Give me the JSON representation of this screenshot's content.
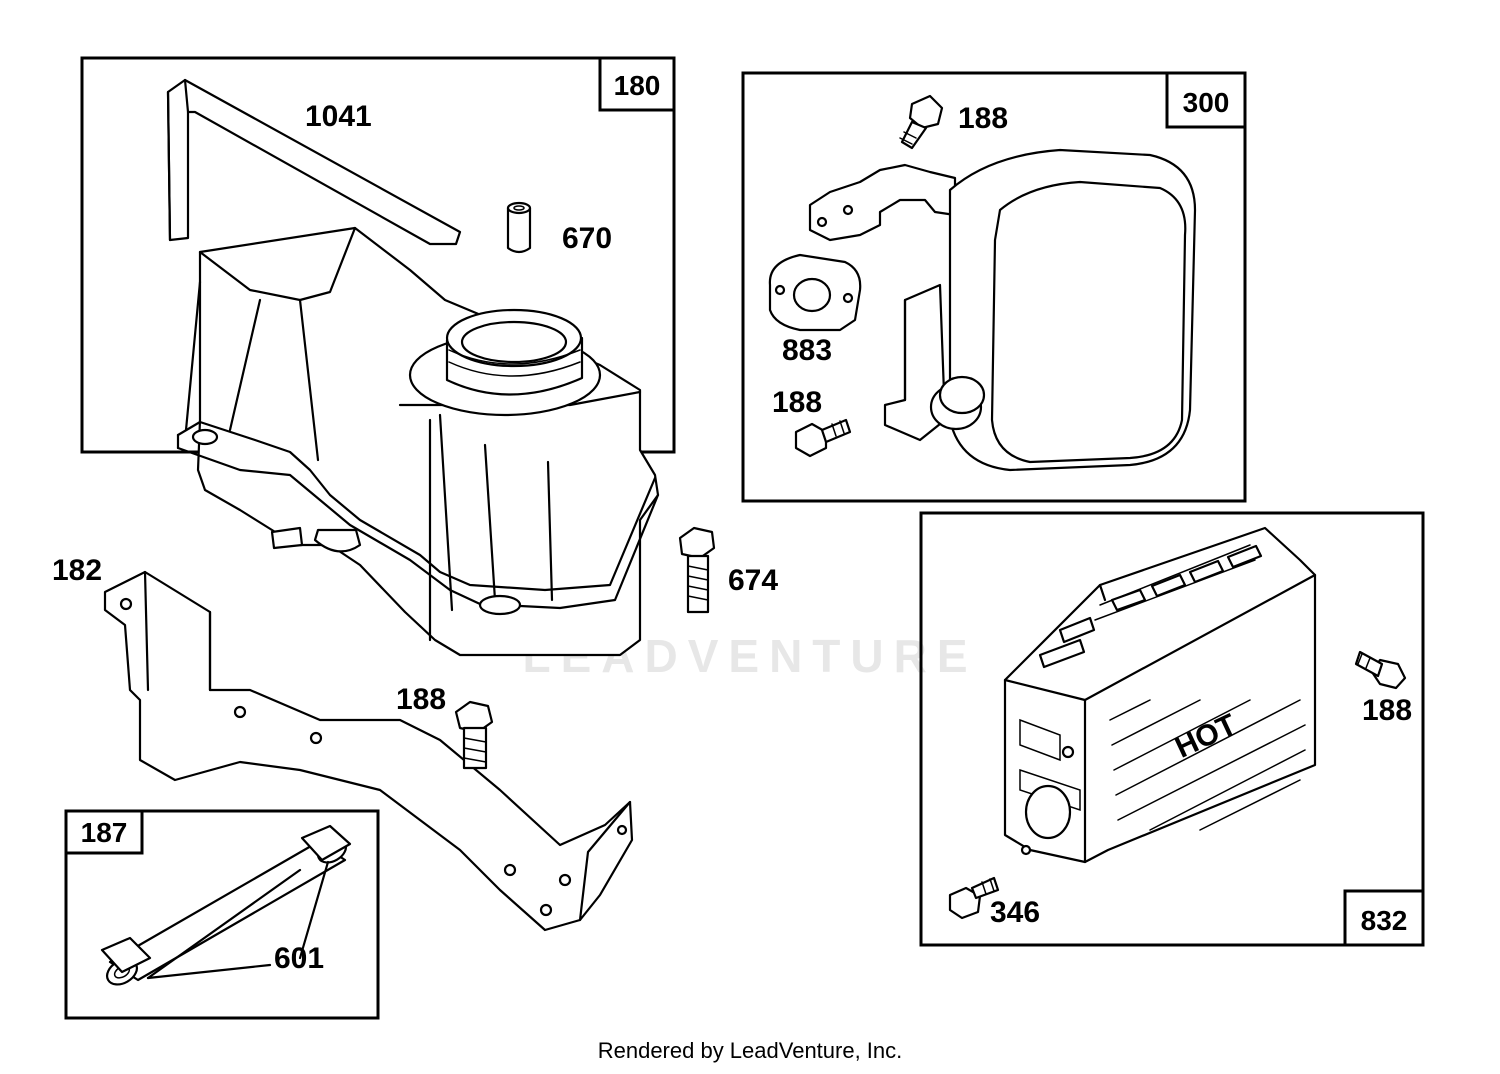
{
  "watermark": "LEADVENTURE",
  "footer": "Rendered by LeadVenture, Inc.",
  "boxes": {
    "tank_kit": "180",
    "muffler_kit": "300",
    "fuel_line_kit": "187",
    "guard_kit": "832"
  },
  "callouts": {
    "tank_strap": "1041",
    "spacer": "670",
    "muffler_bolt_top": "188",
    "gasket": "883",
    "muffler_bolt_lower": "188",
    "bracket": "182",
    "tank_bolt": "674",
    "bracket_bolt": "188",
    "guard_bolt": "188",
    "guard_screw": "346",
    "clamp": "601"
  },
  "guard_label": "HOT"
}
